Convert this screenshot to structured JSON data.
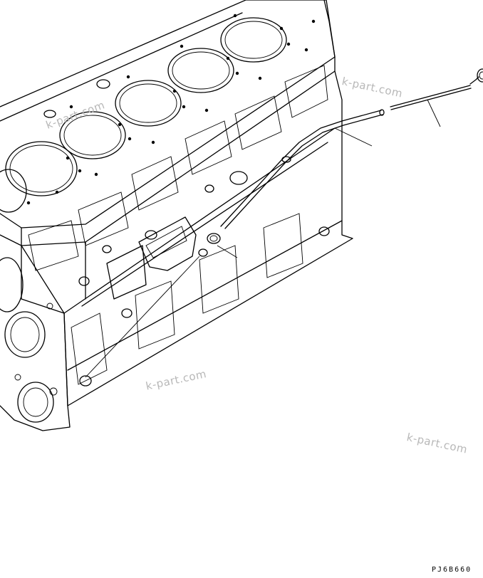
{
  "watermarks": [
    "k-part.com",
    "k-part.com",
    "k-part.com",
    "k-part.com"
  ],
  "drawing_code": "PJ6B660",
  "colors": {
    "line": "#000000",
    "watermark": "#b8b8b8",
    "background": "#ffffff"
  }
}
